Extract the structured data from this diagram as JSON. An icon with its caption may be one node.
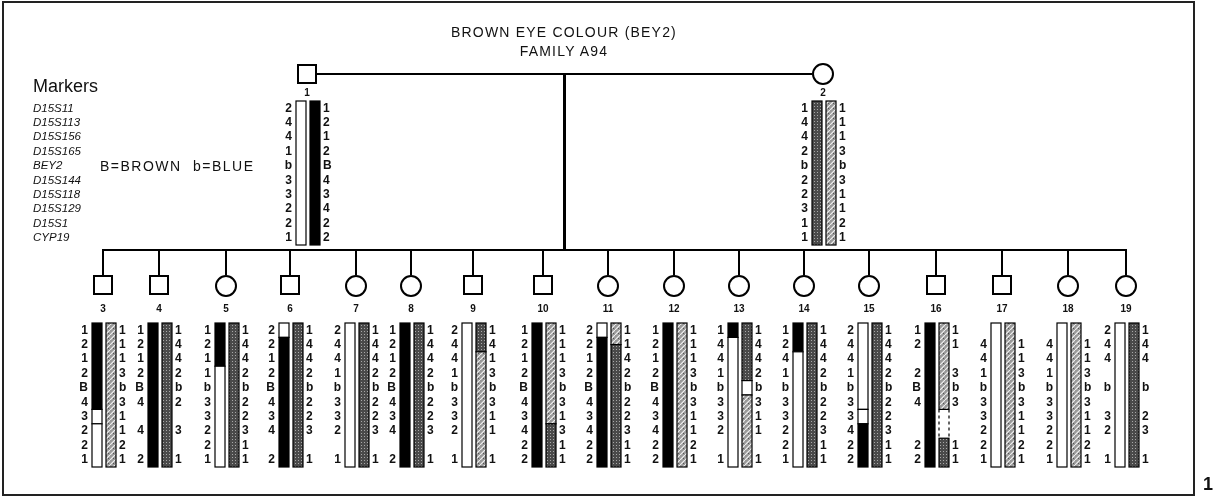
{
  "diagram": {
    "title": "BROWN EYE COLOUR (BEY2) FAMILY A94",
    "nodes": [
      {
        "text": [
          "1"
        ],
        "beside": [
          "2",
          "4",
          "4",
          "1",
          "b",
          "3",
          "3",
          "2",
          "2",
          "1",
          "1",
          "2",
          "1",
          "2",
          "B",
          "4",
          "3",
          "4",
          "2",
          "2"
        ]
      },
      {
        "text": [
          "2"
        ],
        "beside": [
          "1",
          "4",
          "4",
          "2",
          "b",
          "2",
          "2",
          "3",
          "1",
          "1",
          "1",
          "1",
          "1",
          "3",
          "b",
          "3",
          "1",
          "1",
          "2",
          "1"
        ]
      },
      {
        "text": [
          "3"
        ],
        "beside": [
          "1",
          "2",
          "1",
          "2",
          "B",
          "4",
          "3",
          "2",
          "2",
          "1",
          "1",
          "1",
          "1",
          "3",
          "b",
          "3",
          "1",
          "1",
          "2",
          "1"
        ]
      },
      {
        "text": [
          "4"
        ],
        "beside": [
          "1",
          "2",
          "1",
          "2",
          "B",
          "4",
          "4",
          "2",
          "1",
          "4",
          "4",
          "2",
          "b",
          "2",
          "3",
          "1"
        ]
      },
      {
        "text": [
          "5"
        ],
        "beside": [
          "1",
          "2",
          "1",
          "1",
          "b",
          "3",
          "3",
          "2",
          "2",
          "1",
          "1",
          "4",
          "4",
          "2",
          "b",
          "2",
          "2",
          "3",
          "1",
          "1"
        ]
      },
      {
        "text": [
          "6"
        ],
        "beside": [
          "2",
          "2",
          "1",
          "2",
          "B",
          "4",
          "3",
          "4",
          "2",
          "1",
          "4",
          "4",
          "2",
          "b",
          "2",
          "2",
          "3",
          "1"
        ]
      },
      {
        "text": [
          "7"
        ],
        "beside": [
          "2",
          "4",
          "4",
          "1",
          "b",
          "3",
          "3",
          "2",
          "1",
          "1",
          "4",
          "4",
          "2",
          "b",
          "2",
          "2",
          "3",
          "1"
        ]
      },
      {
        "text": [
          "8"
        ],
        "beside": [
          "1",
          "2",
          "1",
          "2",
          "B",
          "4",
          "3",
          "4",
          "2",
          "1",
          "4",
          "4",
          "2",
          "b",
          "2",
          "2",
          "3",
          "1"
        ]
      },
      {
        "text": [
          "9"
        ],
        "beside": [
          "2",
          "4",
          "4",
          "1",
          "b",
          "3",
          "3",
          "2",
          "1",
          "1",
          "4",
          "1",
          "3",
          "b",
          "3",
          "1",
          "1",
          "1"
        ]
      },
      {
        "text": [
          "10"
        ],
        "beside": [
          "1",
          "2",
          "1",
          "2",
          "B",
          "4",
          "3",
          "4",
          "2",
          "2",
          "1",
          "1",
          "1",
          "3",
          "b",
          "3",
          "1",
          "3",
          "1",
          "1"
        ]
      },
      {
        "text": [
          "11"
        ],
        "beside": [
          "2",
          "2",
          "1",
          "2",
          "B",
          "4",
          "3",
          "4",
          "2",
          "2",
          "1",
          "1",
          "4",
          "2",
          "b",
          "2",
          "2",
          "3",
          "1",
          "1"
        ]
      },
      {
        "text": [
          "12"
        ],
        "beside": [
          "1",
          "2",
          "1",
          "2",
          "B",
          "4",
          "3",
          "4",
          "2",
          "2",
          "1",
          "1",
          "1",
          "3",
          "b",
          "3",
          "1",
          "1",
          "2",
          "1"
        ]
      },
      {
        "text": [
          "13"
        ],
        "beside": [
          "1",
          "4",
          "4",
          "1",
          "b",
          "3",
          "3",
          "2",
          "1",
          "1",
          "4",
          "4",
          "2",
          "b",
          "3",
          "1",
          "1",
          "1"
        ]
      },
      {
        "text": [
          "14"
        ],
        "beside": [
          "1",
          "2",
          "4",
          "1",
          "b",
          "3",
          "3",
          "2",
          "2",
          "1",
          "1",
          "4",
          "4",
          "2",
          "b",
          "2",
          "2",
          "3",
          "1",
          "1"
        ]
      },
      {
        "text": [
          "15"
        ],
        "beside": [
          "2",
          "4",
          "4",
          "1",
          "b",
          "3",
          "3",
          "4",
          "2",
          "2",
          "1",
          "4",
          "4",
          "2",
          "b",
          "2",
          "2",
          "3",
          "1",
          "1"
        ]
      },
      {
        "text": [
          "16"
        ],
        "beside": [
          "1",
          "2",
          "2",
          "B",
          "4",
          "2",
          "2",
          "1",
          "1",
          "3",
          "b",
          "3",
          "1",
          "1"
        ]
      },
      {
        "text": [
          "17"
        ],
        "beside": [
          "4",
          "4",
          "1",
          "b",
          "3",
          "3",
          "2",
          "2",
          "1",
          "1",
          "1",
          "3",
          "b",
          "3",
          "1",
          "1",
          "2",
          "1"
        ]
      },
      {
        "text": [
          "18"
        ],
        "beside": [
          "4",
          "4",
          "1",
          "b",
          "3",
          "3",
          "2",
          "2",
          "1",
          "1",
          "1",
          "3",
          "b",
          "3",
          "1",
          "1",
          "2",
          "1"
        ]
      },
      {
        "text": [
          "19"
        ],
        "beside": [
          "2",
          "4",
          "4",
          "b",
          "3",
          "2",
          "1",
          "1",
          "4",
          "4",
          "b",
          "2",
          "3",
          "1"
        ]
      }
    ],
    "edges": [
      {
        "from": 0,
        "to": 1,
        "arrow": "none"
      },
      {
        "from": null,
        "to": 2,
        "arrow": "none"
      },
      {
        "from": null,
        "to": 3,
        "arrow": "none"
      },
      {
        "from": null,
        "to": 4,
        "arrow": "none"
      },
      {
        "from": null,
        "to": 5,
        "arrow": "none"
      },
      {
        "from": null,
        "to": 6,
        "arrow": "none"
      },
      {
        "from": null,
        "to": 7,
        "arrow": "none"
      },
      {
        "from": null,
        "to": 8,
        "arrow": "none"
      },
      {
        "from": null,
        "to": 9,
        "arrow": "none"
      },
      {
        "from": null,
        "to": 10,
        "arrow": "none"
      },
      {
        "from": null,
        "to": 11,
        "arrow": "none"
      },
      {
        "from": null,
        "to": 12,
        "arrow": "none"
      },
      {
        "from": null,
        "to": 13,
        "arrow": "none"
      },
      {
        "from": null,
        "to": 14,
        "arrow": "none"
      },
      {
        "from": null,
        "to": 15,
        "arrow": "none"
      },
      {
        "from": null,
        "to": 16,
        "arrow": "none"
      },
      {
        "from": null,
        "to": 17,
        "arrow": "none"
      },
      {
        "from": null,
        "to": 18,
        "arrow": "none"
      }
    ],
    "labels": [
      "Markers",
      "D15S11",
      "D15S113",
      "D15S156",
      "D15S165",
      "BEY2",
      "B=BROWN",
      "b=BLUE",
      "D15S144",
      "D15S118",
      "D15S129",
      "D15S1",
      "CYP19",
      "1"
    ]
  }
}
